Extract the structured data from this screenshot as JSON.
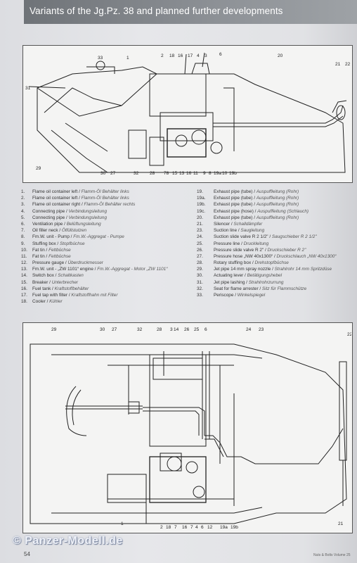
{
  "header": {
    "title": "Variants of the Jg.Pz. 38 and planned further developments"
  },
  "diagram_top": {
    "labels_top": [
      "33",
      "1",
      "2",
      "18",
      "16",
      "17",
      "4",
      "3",
      "6",
      "20",
      "21",
      "22"
    ],
    "labels_left": [
      "31",
      "29"
    ],
    "labels_bottom": [
      "30",
      "27",
      "32",
      "28",
      "78",
      "15",
      "13",
      "16",
      "11",
      "9",
      "8",
      "19a",
      "10",
      "19b"
    ]
  },
  "legend": {
    "left": [
      {
        "num": "1.",
        "en": "Flame oil container left / ",
        "de": "Flamm-Öl Behälter links"
      },
      {
        "num": "2.",
        "en": "Flame oil container left / ",
        "de": "Flamm-Öl Behälter links"
      },
      {
        "num": "3.",
        "en": "Flame oil container right / ",
        "de": "Flamm-Öl Behälter rechts"
      },
      {
        "num": "4.",
        "en": "Connecting pipe / ",
        "de": "Verbindungsleitung"
      },
      {
        "num": "5.",
        "en": "Connecting pipe / ",
        "de": "Verbindungsleitung"
      },
      {
        "num": "6.",
        "en": "Ventilation pipe / ",
        "de": "Belüftungsleitung"
      },
      {
        "num": "7.",
        "en": "Oil filler neck / ",
        "de": "Ölfüllstutzen"
      },
      {
        "num": "8.",
        "en": "Fm.W. unit - Pump / ",
        "de": "Fm.W.-Aggregat - Pumpe"
      },
      {
        "num": "9.",
        "en": "Stuffing box / ",
        "de": "Stopfbüchse"
      },
      {
        "num": "10.",
        "en": "Fat tin / ",
        "de": "Fettbüchse"
      },
      {
        "num": "11.",
        "en": "Fat tin / ",
        "de": "Fettbüchse"
      },
      {
        "num": "12.",
        "en": "Pressure gauge / ",
        "de": "Überdruckmesser"
      },
      {
        "num": "13.",
        "en": "Fm.W. unit - „ZW 1101“ engine / ",
        "de": "Fm.W.-Aggregat - Motor „ZW 1101“"
      },
      {
        "num": "14.",
        "en": "Switch box / ",
        "de": "Schaltkasten"
      },
      {
        "num": "15.",
        "en": "Breaker / ",
        "de": "Unterbrecher"
      },
      {
        "num": "16.",
        "en": "Fuel tank / ",
        "de": "Kraftstoffbehälter"
      },
      {
        "num": "17.",
        "en": "Fuel tap with filter / ",
        "de": "Kraftstoffhahn mit Filter"
      },
      {
        "num": "18.",
        "en": "Cooler / ",
        "de": "Kühler"
      }
    ],
    "right": [
      {
        "num": "19.",
        "en": "Exhaust pipe (tube) / ",
        "de": "Auspuffleitung (Rohr)"
      },
      {
        "num": "19a.",
        "en": "Exhaust pipe (tube) / ",
        "de": "Auspuffleitung (Rohr)"
      },
      {
        "num": "19b.",
        "en": "Exhaust pipe (tube) / ",
        "de": "Auspuffleitung (Rohr)"
      },
      {
        "num": "19c.",
        "en": "Exhaust pipe (hose) / ",
        "de": "Auspuffleitung (Schlauch)"
      },
      {
        "num": "20.",
        "en": "Exhaust pipe (tube) / ",
        "de": "Auspuffleitung (Rohr)"
      },
      {
        "num": "21.",
        "en": "Silencer / ",
        "de": "Schalldämpfer"
      },
      {
        "num": "23.",
        "en": "Suction line / ",
        "de": "Saugleitung"
      },
      {
        "num": "24.",
        "en": "Suction slide valve R 2 1/2\" / ",
        "de": "Saugschieber R 2 1/2\""
      },
      {
        "num": "25.",
        "en": "Pressure line / ",
        "de": "Druckleitung"
      },
      {
        "num": "26.",
        "en": "Pressure slide valve R 2\" / ",
        "de": "Druckschieber R 2\""
      },
      {
        "num": "27.",
        "en": "Pressure hose „NW 40x1300“ / ",
        "de": "Druckschlauch „NW 40x1300“"
      },
      {
        "num": "28.",
        "en": "Rotary stuffing box / ",
        "de": "Drehstopfbüchse"
      },
      {
        "num": "29.",
        "en": "Jet pipe 14 mm spray nozzle / ",
        "de": "Strahlrohr 14 mm Spritzdüse"
      },
      {
        "num": "30.",
        "en": "Actuating lever / ",
        "de": "Betätigungshebel"
      },
      {
        "num": "31.",
        "en": "Jet pipe lashing / ",
        "de": "Strahlrohrzurrung"
      },
      {
        "num": "32.",
        "en": "Seat for flame arrester / ",
        "de": "Sitz für Flammschütze"
      },
      {
        "num": "33.",
        "en": "Periscope / ",
        "de": "Winkelspiegel"
      }
    ]
  },
  "diagram_bottom": {
    "labels_top": [
      "29",
      "30",
      "27",
      "32",
      "28",
      "3",
      "14",
      "26",
      "25",
      "6",
      "24",
      "23",
      "22"
    ],
    "labels_bottom": [
      "1",
      "2",
      "18",
      "7",
      "16",
      "7",
      "4",
      "6",
      "12",
      "19a",
      "19b",
      "21"
    ]
  },
  "footer": {
    "page_number": "54",
    "watermark": "© Panzer-Modell.de",
    "series": "Nuts & Bolts Volume 25"
  }
}
